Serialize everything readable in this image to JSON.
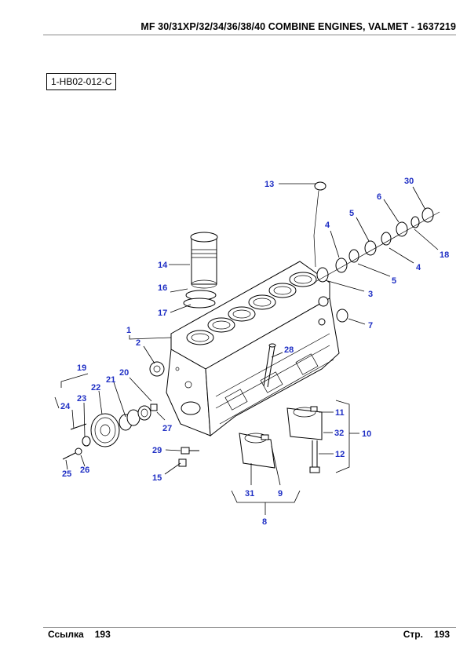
{
  "header": {
    "title": "MF 30/31XP/32/34/36/38/40  COMBINE ENGINES, VALMET - 1637219"
  },
  "figure": {
    "code": "1-HB02-012-C",
    "callouts": [
      {
        "id": "c13",
        "label": "13"
      },
      {
        "id": "c30",
        "label": "30"
      },
      {
        "id": "c6",
        "label": "6"
      },
      {
        "id": "c5a",
        "label": "5"
      },
      {
        "id": "c4a",
        "label": "4"
      },
      {
        "id": "c18",
        "label": "18"
      },
      {
        "id": "c4b",
        "label": "4"
      },
      {
        "id": "c5b",
        "label": "5"
      },
      {
        "id": "c3",
        "label": "3"
      },
      {
        "id": "c7",
        "label": "7"
      },
      {
        "id": "c14",
        "label": "14"
      },
      {
        "id": "c16",
        "label": "16"
      },
      {
        "id": "c17",
        "label": "17"
      },
      {
        "id": "c1",
        "label": "1"
      },
      {
        "id": "c2",
        "label": "2"
      },
      {
        "id": "c28",
        "label": "28"
      },
      {
        "id": "c19",
        "label": "19"
      },
      {
        "id": "c20",
        "label": "20"
      },
      {
        "id": "c21",
        "label": "21"
      },
      {
        "id": "c22",
        "label": "22"
      },
      {
        "id": "c23",
        "label": "23"
      },
      {
        "id": "c24",
        "label": "24"
      },
      {
        "id": "c27",
        "label": "27"
      },
      {
        "id": "c11",
        "label": "11"
      },
      {
        "id": "c32",
        "label": "32"
      },
      {
        "id": "c10",
        "label": "10"
      },
      {
        "id": "c12",
        "label": "12"
      },
      {
        "id": "c29",
        "label": "29"
      },
      {
        "id": "c15",
        "label": "15"
      },
      {
        "id": "c25",
        "label": "25"
      },
      {
        "id": "c26",
        "label": "26"
      },
      {
        "id": "c31",
        "label": "31"
      },
      {
        "id": "c9",
        "label": "9"
      },
      {
        "id": "c8",
        "label": "8"
      }
    ]
  },
  "footer": {
    "ref_label": "Ссылка",
    "ref_value": "193",
    "page_label": "Стр.",
    "page_value": "193"
  },
  "colors": {
    "callout": "#1f2fc4",
    "line": "#000000",
    "rule": "#888888"
  }
}
